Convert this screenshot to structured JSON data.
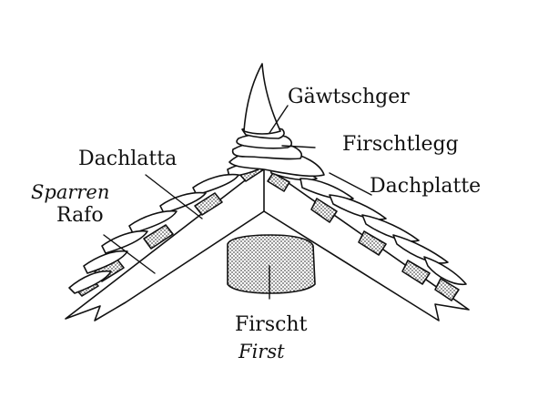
{
  "colors": {
    "ink": "#111111",
    "paper": "#ffffff",
    "dots": "#666666"
  },
  "labels": {
    "gaewtschger": "Gäwtschger",
    "firschtlegg": "Firschtlegg",
    "dachlatta": "Dachlatta",
    "dachplatte": "Dachplatte",
    "sparren": "Sparren",
    "rafo": "Rafo",
    "firscht": "Firscht",
    "first": "First"
  }
}
